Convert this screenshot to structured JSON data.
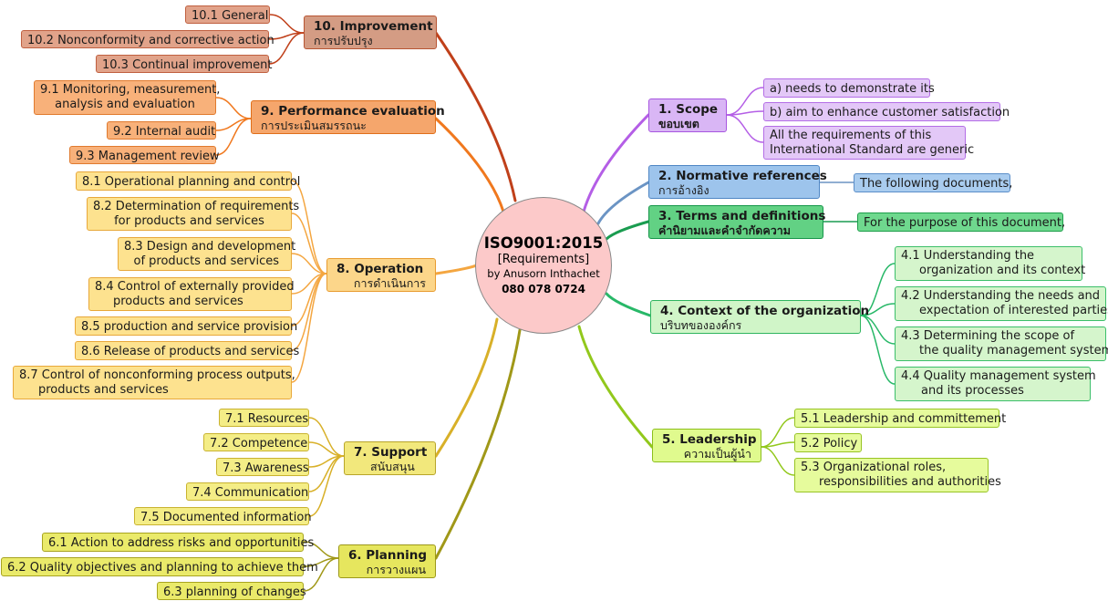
{
  "center": {
    "title": "ISO9001:2015",
    "subtitle": "[Requirements]",
    "author": "by Anusorn Inthachet",
    "phone": "080 078 0724"
  },
  "branches": {
    "b10": {
      "title": "10. Improvement",
      "thai": "การปรับปรุง",
      "items": [
        "10.1 General",
        "10.2 Nonconformity and corrective action",
        "10.3 Continual improvement"
      ]
    },
    "b9": {
      "title": "9. Performance evaluation",
      "thai": "การประเมินสมรรถนะ",
      "items": [
        [
          "9.1 Monitoring, measurement,",
          "analysis and evaluation"
        ],
        "9.2 Internal audit",
        "9.3 Management review"
      ]
    },
    "b8": {
      "title": "8. Operation",
      "thai": "การดำเนินการ",
      "items": [
        "8.1 Operational planning and control",
        [
          "8.2 Determination of requirements",
          "for products and services"
        ],
        [
          "8.3 Design and development",
          "of products and services"
        ],
        [
          "8.4 Control of externally provided",
          "products and services"
        ],
        "8.5 production and service provision",
        "8.6 Release of products and services",
        [
          "8.7 Control of nonconforming process outputs,",
          "products and services"
        ]
      ]
    },
    "b7": {
      "title": "7. Support",
      "thai": "สนับสนุน",
      "items": [
        "7.1 Resources",
        "7.2 Competence",
        "7.3 Awareness",
        "7.4 Communication",
        "7.5 Documented information"
      ]
    },
    "b6": {
      "title": "6. Planning",
      "thai": "การวางแผน",
      "items": [
        "6.1 Action to address risks and opportunities",
        "6.2 Quality objectives and planning to achieve them",
        "6.3 planning of changes"
      ]
    },
    "b1": {
      "title": "1. Scope",
      "thai": "ขอบเขต",
      "items": [
        "a) needs to demonstrate its",
        "b) aim to enhance customer satisfaction",
        [
          "All the requirements of this",
          "International Standard are generic"
        ]
      ]
    },
    "b2": {
      "title": "2. Normative references",
      "thai": "การอ้างอิง",
      "items": [
        "The following documents,"
      ]
    },
    "b3": {
      "title": "3. Terms and definitions",
      "thai": "คำนิยามและคำจำกัดความ",
      "items": [
        "For the purpose of this document,"
      ]
    },
    "b4": {
      "title": "4. Context of the organization",
      "thai": "บริบทขององค์กร",
      "items": [
        [
          "4.1 Understanding the",
          "organization and its context"
        ],
        [
          "4.2 Understanding the needs and",
          "expectation of interested parties"
        ],
        [
          "4.3 Determining the scope of",
          "the quality management system"
        ],
        [
          "4.4 Quality management system",
          "and its processes"
        ]
      ]
    },
    "b5": {
      "title": "5. Leadership",
      "thai": "ความเป็นผู้นำ",
      "items": [
        "5.1 Leadership and committement",
        "5.2 Policy",
        [
          "5.3 Organizational roles,",
          "responsibilities and authorities"
        ]
      ]
    }
  },
  "colors": {
    "b10": "#c0401a",
    "b9": "#f0781e",
    "b8": "#f4a640",
    "b7": "#d8b028",
    "b6": "#a09818",
    "b1": "#b45ee6",
    "b2": "#6b94c4",
    "b3": "#1a9c50",
    "b4": "#28b868",
    "b5": "#92c81c"
  }
}
